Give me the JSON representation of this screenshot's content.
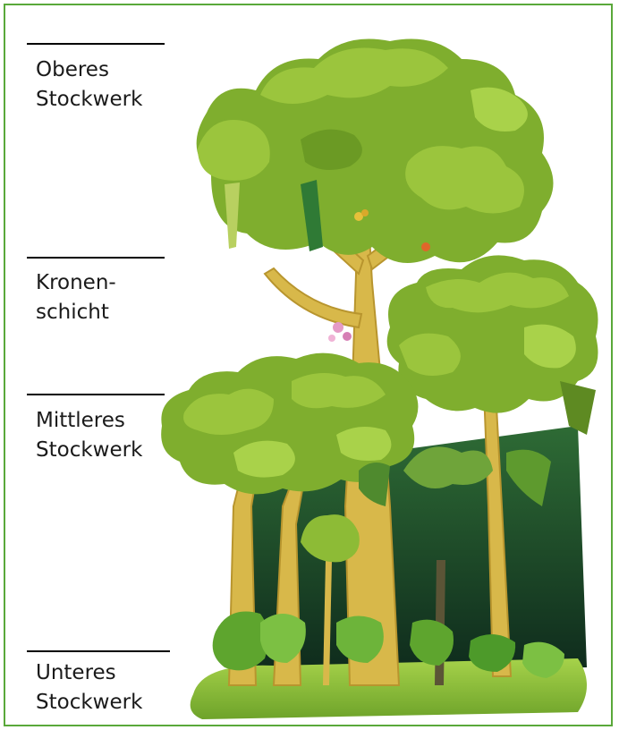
{
  "layers": [
    {
      "id": "emergent",
      "line1": "Oberes",
      "line2": "Stockwerk"
    },
    {
      "id": "canopy",
      "line1": "Kronen-",
      "line2": "schicht"
    },
    {
      "id": "understory",
      "line1": "Mittleres",
      "line2": "Stockwerk"
    },
    {
      "id": "forest-floor",
      "line1": "Unteres",
      "line2": "Stockwerk"
    }
  ],
  "colors": {
    "frame": "#5aa83a",
    "foliage_light": "#9bc53d",
    "foliage_mid": "#7fae2e",
    "foliage_dark": "#5e8a22",
    "trunk": "#d8b84a",
    "trunk_shadow": "#b8952e",
    "ground": "#8cc43a",
    "shadow_forest": "#1f4a2a"
  }
}
